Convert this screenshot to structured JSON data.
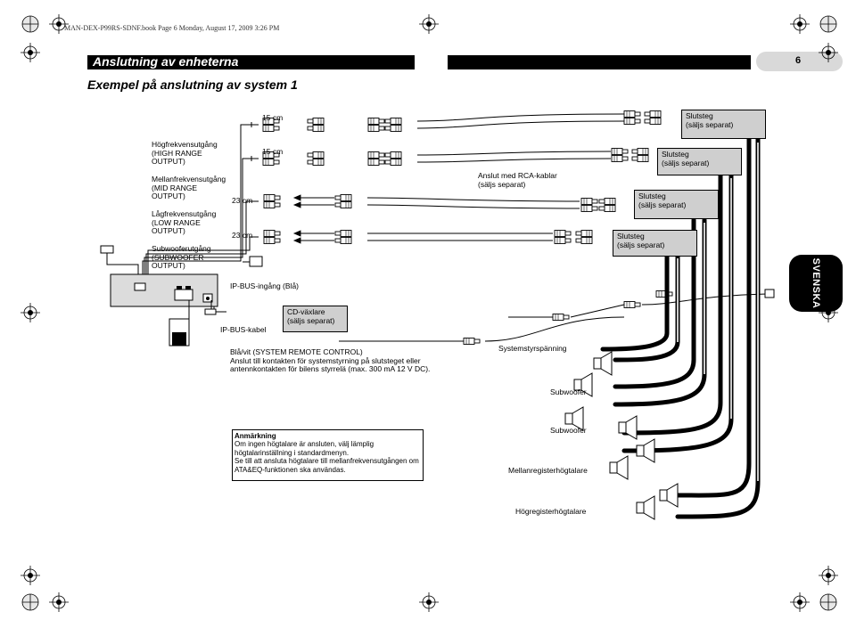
{
  "header": {
    "book_line": "MAN-DEX-P99RS-SDNF.book  Page 6  Monday, August 17, 2009  3:26 PM",
    "section_title": "Anslutning av enheterna",
    "page_number": "6",
    "subtitle": "Exempel på anslutning av system 1",
    "side_tab": "SVENSKA"
  },
  "outputs": {
    "high": [
      "Högfrekvensutgång",
      "(HIGH RANGE",
      "OUTPUT)"
    ],
    "mid": [
      "Mellanfrekvensutgång",
      "(MID RANGE",
      "OUTPUT)"
    ],
    "low": [
      "Lågfrekvensutgång",
      "(LOW RANGE",
      "OUTPUT)"
    ],
    "sub": [
      "Subwooferutgång",
      "(SUBWOOFER",
      "OUTPUT)"
    ]
  },
  "lengths": {
    "l1": "15 cm",
    "l2": "15 cm",
    "l3": "23 cm",
    "l4": "23 cm"
  },
  "amps": {
    "a1": [
      "Slutsteg",
      "(säljs separat)"
    ],
    "a2": [
      "Slutsteg",
      "(säljs separat)"
    ],
    "a3": [
      "Slutsteg",
      "(säljs separat)"
    ],
    "a4": [
      "Slutsteg",
      "(säljs separat)"
    ]
  },
  "labels": {
    "rca": [
      "Anslut med RCA-kablar",
      "(säljs separat)"
    ],
    "ipbus_in": "IP-BUS-ingång (Blå)",
    "ipbus_cable": "IP-BUS-kabel",
    "cd_changer": [
      "CD-växlare",
      "(säljs separat)"
    ],
    "remote": [
      "Blå/vit (SYSTEM REMOTE CONTROL)",
      "Anslut till kontakten för systemstyrning på slutsteget eller",
      "antennkontakten för bilens styrrelä (max. 300 mA 12 V DC)."
    ],
    "system_voltage": "Systemstyrspänning",
    "subwoofer1": "Subwoofer",
    "subwoofer2": "Subwoofer",
    "mid_speaker": "Mellanregisterhögtalare",
    "high_speaker": "Högregisterhögtalare"
  },
  "note": {
    "title": "Anmärkning",
    "lines": [
      "Om ingen högtalare är ansluten, välj lämplig",
      "högtalarinställning i standardmenyn.",
      "Se till att ansluta högtalare till mellanfrekvensutgången om",
      "ATA&EQ-funktionen ska användas."
    ]
  },
  "colors": {
    "amp_fill": "#cfcfcf",
    "tab_fill": "#d9d9d9",
    "black": "#000000"
  }
}
